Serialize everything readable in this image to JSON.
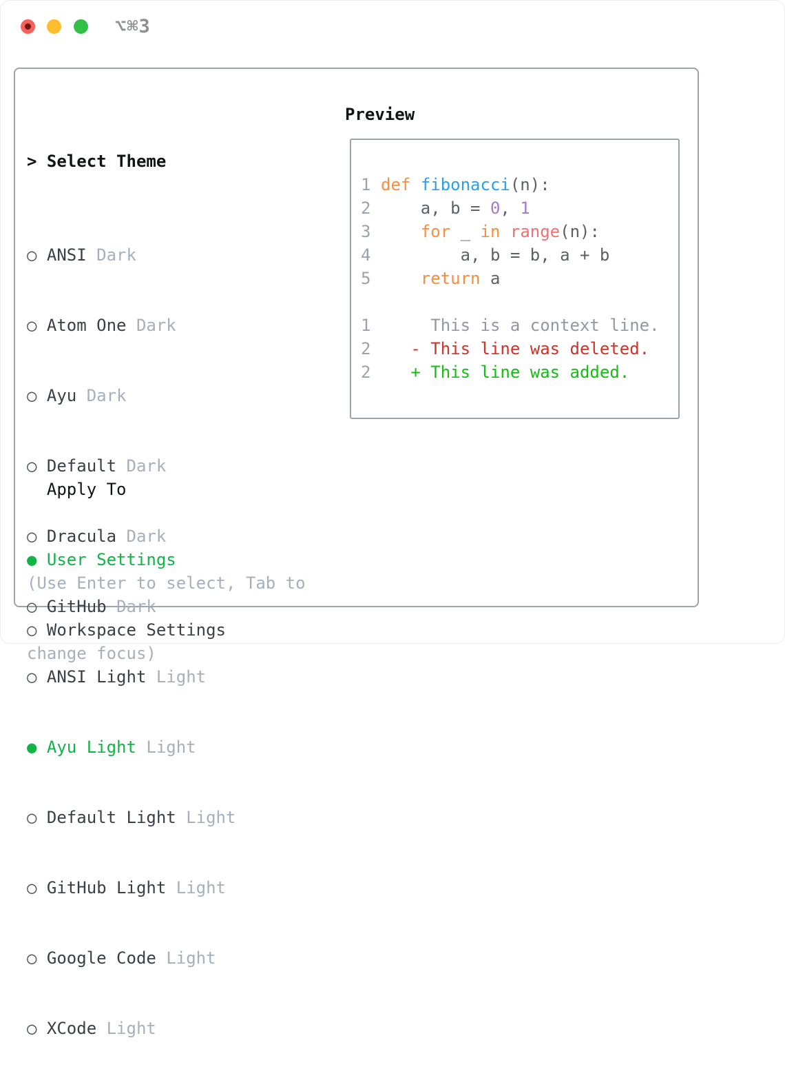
{
  "window": {
    "title": "⌥⌘3"
  },
  "colors": {
    "traffic_red": "#f4605a",
    "traffic_yellow": "#fcbd2f",
    "traffic_green": "#32c146",
    "box_border": "#9aa3ae",
    "header_text": "#111417",
    "item_text": "#3a4047",
    "variant_text": "#a6b0bc",
    "selected_green": "#12b347",
    "help_text": "#a6b0bc",
    "code_keyword": "#fa8d3e",
    "code_function": "#2e9fe6",
    "code_range": "#f07171",
    "code_number": "#a37acc",
    "code_plain": "#5c6166",
    "line_number": "#9aa3ad",
    "diff_context": "#9099a3",
    "diff_deleted": "#cf3226",
    "diff_added": "#14bd14"
  },
  "theme_list": {
    "header_marker": ">",
    "header": "Select Theme",
    "items": [
      {
        "marker": "○",
        "name": "ANSI",
        "variant": "Dark",
        "selected": false
      },
      {
        "marker": "○",
        "name": "Atom One",
        "variant": "Dark",
        "selected": false
      },
      {
        "marker": "○",
        "name": "Ayu",
        "variant": "Dark",
        "selected": false
      },
      {
        "marker": "○",
        "name": "Default",
        "variant": "Dark",
        "selected": false
      },
      {
        "marker": "○",
        "name": "Dracula",
        "variant": "Dark",
        "selected": false
      },
      {
        "marker": "○",
        "name": "GitHub",
        "variant": "Dark",
        "selected": false
      },
      {
        "marker": "○",
        "name": "ANSI Light",
        "variant": "Light",
        "selected": false
      },
      {
        "marker": "●",
        "name": "Ayu Light",
        "variant": "Light",
        "selected": true
      },
      {
        "marker": "○",
        "name": "Default Light",
        "variant": "Light",
        "selected": false
      },
      {
        "marker": "○",
        "name": "GitHub Light",
        "variant": "Light",
        "selected": false
      },
      {
        "marker": "○",
        "name": "Google Code",
        "variant": "Light",
        "selected": false
      },
      {
        "marker": "○",
        "name": "XCode",
        "variant": "Light",
        "selected": false
      }
    ]
  },
  "apply_to": {
    "header": "Apply To",
    "options": [
      {
        "marker": "●",
        "name": "User Settings",
        "selected": true
      },
      {
        "marker": "○",
        "name": "Workspace Settings",
        "selected": false
      }
    ]
  },
  "help": {
    "line1": "(Use Enter to select, Tab to",
    "line2": "change focus)"
  },
  "preview": {
    "title": "Preview",
    "code_lines": [
      {
        "num": "1",
        "tokens": [
          {
            "t": "def",
            "c": "kw"
          },
          {
            "t": " ",
            "c": "pl"
          },
          {
            "t": "fibonacci",
            "c": "fn"
          },
          {
            "t": "(n):",
            "c": "pl"
          }
        ]
      },
      {
        "num": "2",
        "tokens": [
          {
            "t": "    a, b = ",
            "c": "pl"
          },
          {
            "t": "0",
            "c": "num"
          },
          {
            "t": ", ",
            "c": "pl"
          },
          {
            "t": "1",
            "c": "num"
          }
        ]
      },
      {
        "num": "3",
        "tokens": [
          {
            "t": "    ",
            "c": "pl"
          },
          {
            "t": "for",
            "c": "kw"
          },
          {
            "t": " _ ",
            "c": "pl"
          },
          {
            "t": "in",
            "c": "kw"
          },
          {
            "t": " ",
            "c": "pl"
          },
          {
            "t": "range",
            "c": "rng"
          },
          {
            "t": "(n):",
            "c": "pl"
          }
        ]
      },
      {
        "num": "4",
        "tokens": [
          {
            "t": "        a, b = b, a + b",
            "c": "pl"
          }
        ]
      },
      {
        "num": "5",
        "tokens": [
          {
            "t": "    ",
            "c": "pl"
          },
          {
            "t": "return",
            "c": "kw"
          },
          {
            "t": " a",
            "c": "pl"
          }
        ]
      }
    ],
    "diff_lines": [
      {
        "num": "1",
        "text": "     This is a context line.",
        "type": "context"
      },
      {
        "num": "2",
        "text": "   - This line was deleted.",
        "type": "deleted"
      },
      {
        "num": "2",
        "text": "   + This line was added.",
        "type": "added"
      }
    ]
  }
}
